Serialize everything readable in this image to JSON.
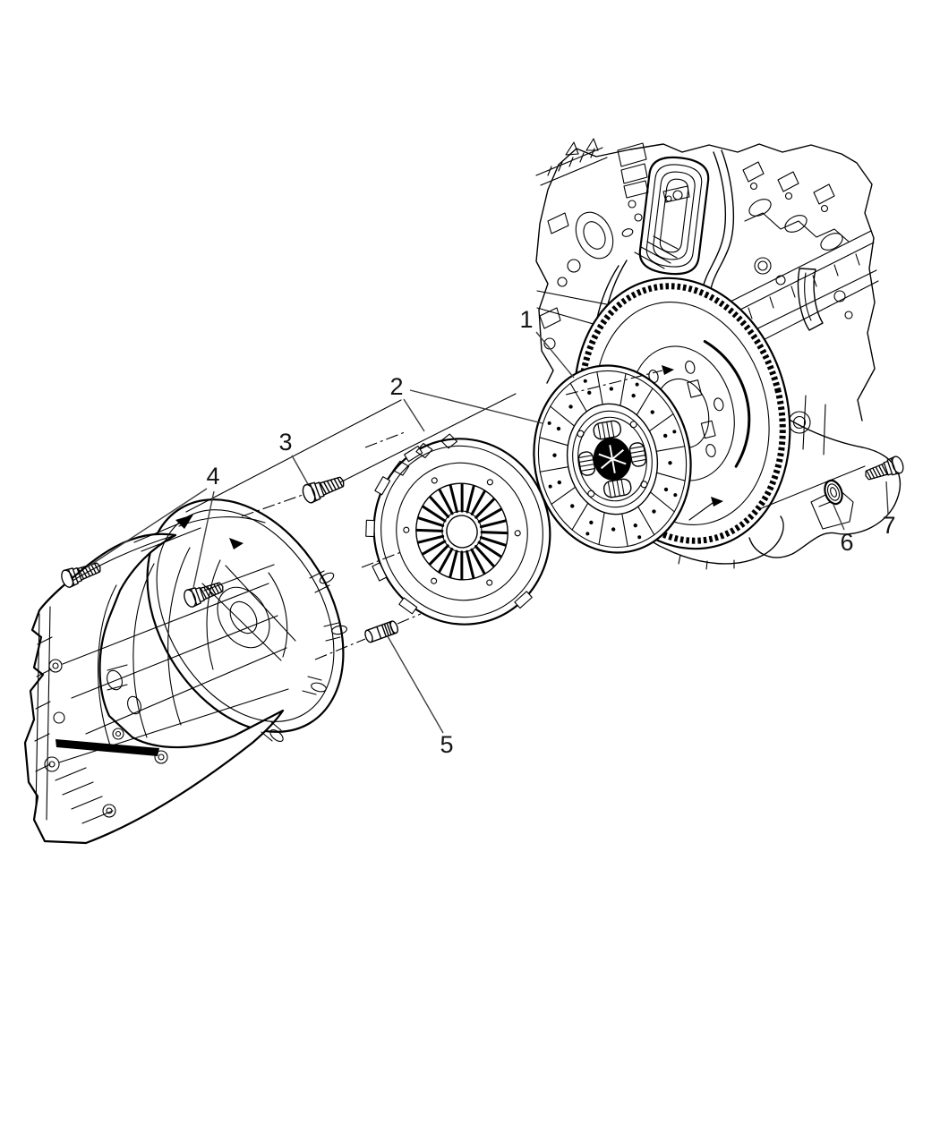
{
  "diagram": {
    "colors": {
      "background": "#ffffff",
      "ink": "#000000",
      "leader": "#3f3f3f"
    },
    "callouts": [
      {
        "number": "1"
      },
      {
        "number": "2"
      },
      {
        "number": "3"
      },
      {
        "number": "4"
      },
      {
        "number": "5"
      },
      {
        "number": "6"
      },
      {
        "number": "7"
      }
    ]
  }
}
